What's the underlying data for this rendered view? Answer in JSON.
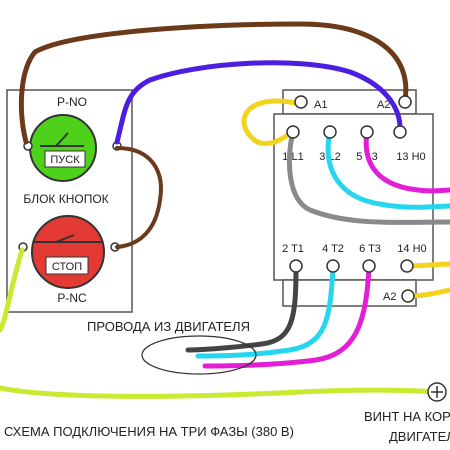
{
  "button_block": {
    "title": "БЛОК КНОПОК",
    "start": {
      "contact_label": "P-NO",
      "button_label": "ПУСК"
    },
    "stop": {
      "contact_label": "P-NC",
      "button_label": "СТОП"
    }
  },
  "contactor": {
    "coil_a1": "A1",
    "coil_a2_top": "A2",
    "coil_a2_bottom": "A2",
    "top_terminals": [
      "1 L1",
      "3 L2",
      "5 L3",
      "13 H0"
    ],
    "bottom_terminals": [
      "2 T1",
      "4 T2",
      "6 T3",
      "14 H0"
    ]
  },
  "motor_wires_label": "ПРОВОДА ИЗ ДВИГАТЕЛЯ",
  "ground_label_line1": "ВИНТ НА КОРПУС",
  "ground_label_line2": "ДВИГАТЕЛЯ",
  "caption": "СХЕМА ПОДКЛЮЧЕНИЯ НА ТРИ ФАЗЫ (380 В)",
  "wire_colors": {
    "brown": "#6b3a1a",
    "purple": "#4b1ee0",
    "yellow": "#f2d41c",
    "gray": "#8a8a8a",
    "cyan": "#25d6ee",
    "magenta": "#e21ed6",
    "dark": "#444444",
    "yellow_green": "#c8ea30"
  },
  "button_colors": {
    "start": "#4fd11b",
    "stop": "#e33a35"
  }
}
